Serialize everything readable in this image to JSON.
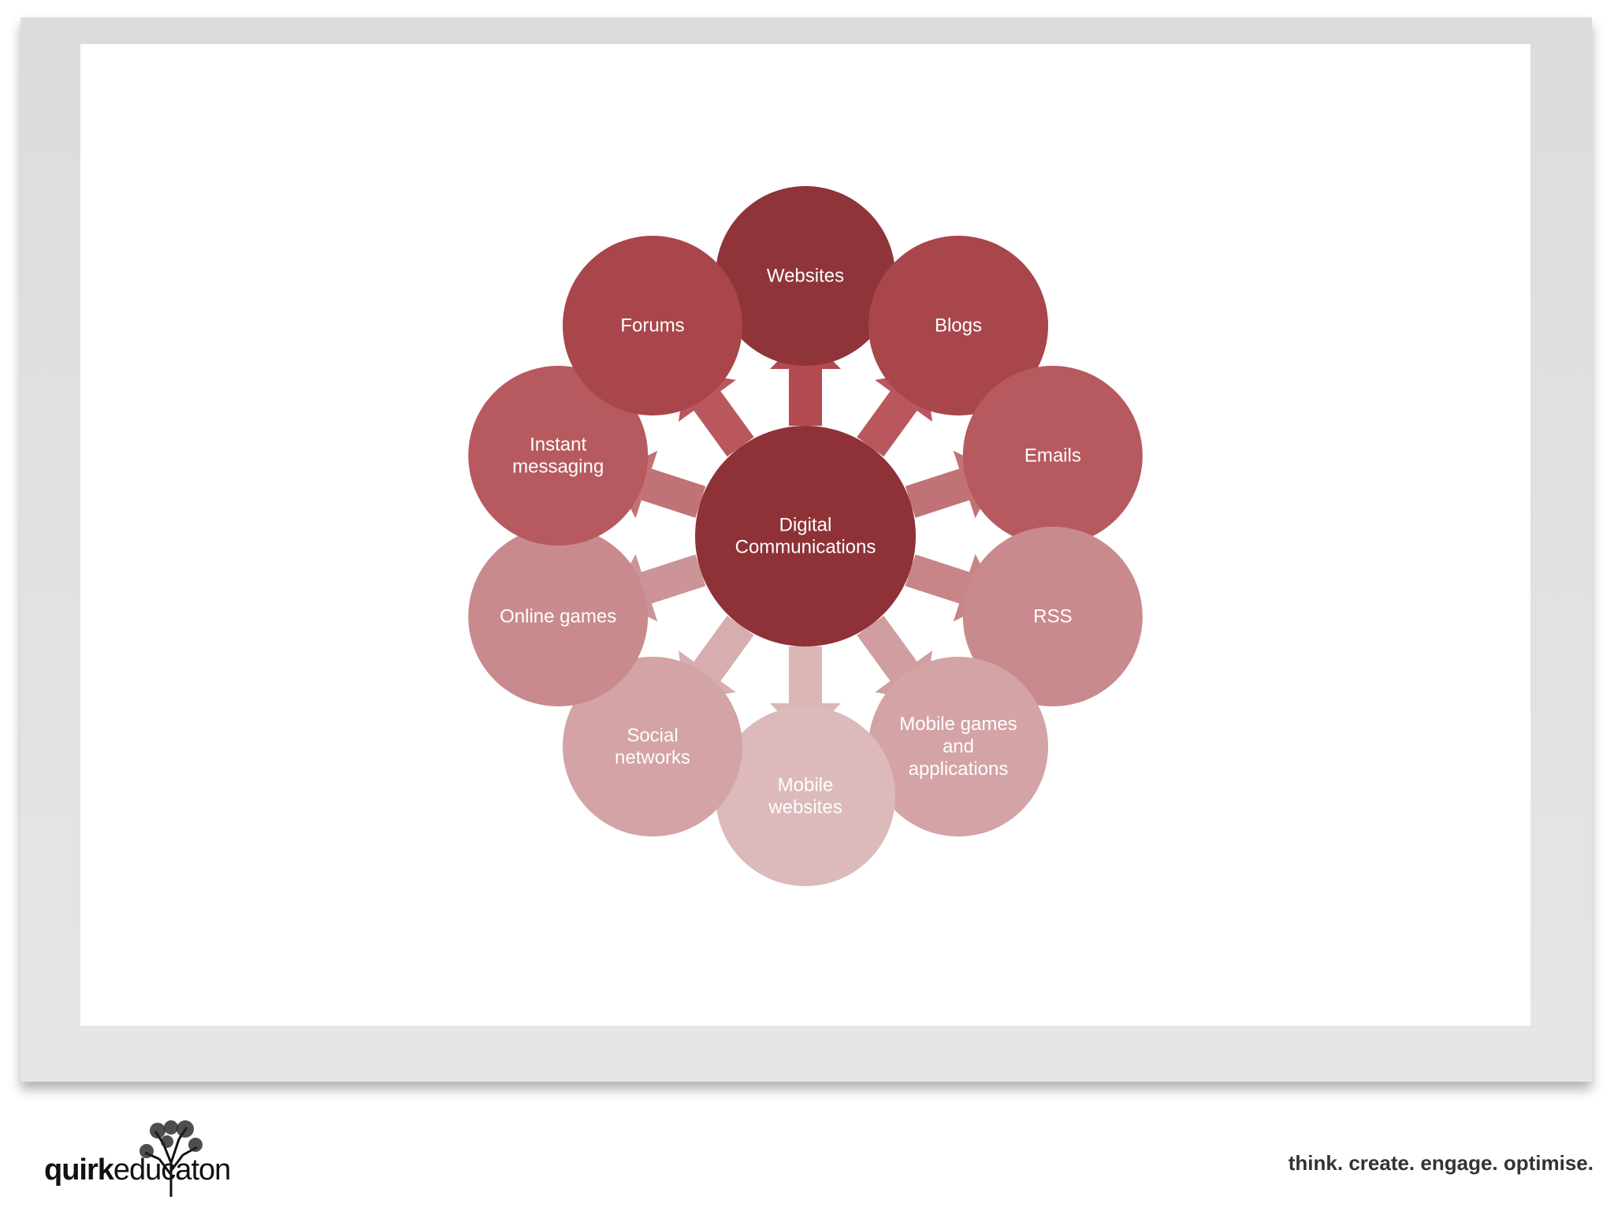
{
  "diagram": {
    "center": {
      "lines": [
        "Digital",
        "Communications"
      ],
      "color": "#8e3237"
    },
    "nodes": [
      {
        "id": "websites",
        "lines": [
          "Websites"
        ],
        "color": "#8f3439"
      },
      {
        "id": "blogs",
        "lines": [
          "Blogs"
        ],
        "color": "#a8464b"
      },
      {
        "id": "emails",
        "lines": [
          "Emails"
        ],
        "color": "#b65a5f"
      },
      {
        "id": "rss",
        "lines": [
          "RSS"
        ],
        "color": "#c98a8d"
      },
      {
        "id": "mobile-games",
        "lines": [
          "Mobile games",
          "and",
          "applications"
        ],
        "color": "#d3a3a5"
      },
      {
        "id": "mobile-websites",
        "lines": [
          "Mobile",
          "websites"
        ],
        "color": "#dcbabb"
      },
      {
        "id": "social-networks",
        "lines": [
          "Social",
          "networks"
        ],
        "color": "#d3a3a5"
      },
      {
        "id": "online-games",
        "lines": [
          "Online games"
        ],
        "color": "#c98a8d"
      },
      {
        "id": "instant-messaging",
        "lines": [
          "Instant",
          "messaging"
        ],
        "color": "#b65a5f"
      },
      {
        "id": "forums",
        "lines": [
          "Forums"
        ],
        "color": "#a8464b"
      }
    ],
    "arrow_colors": [
      "#b34a4f",
      "#b9575c",
      "#c17276",
      "#c98487",
      "#d09ea0",
      "#dab6b7",
      "#d7adaf",
      "#cc9497",
      "#c17276",
      "#b9575c"
    ]
  },
  "footer": {
    "logo_bold": "quirk",
    "logo_regular": "educat",
    "logo_tail": "on",
    "tagline": "think. create. engage. optimise."
  },
  "colors": {
    "frame": "#dcdcde",
    "text_on_node": "#ffffff"
  }
}
